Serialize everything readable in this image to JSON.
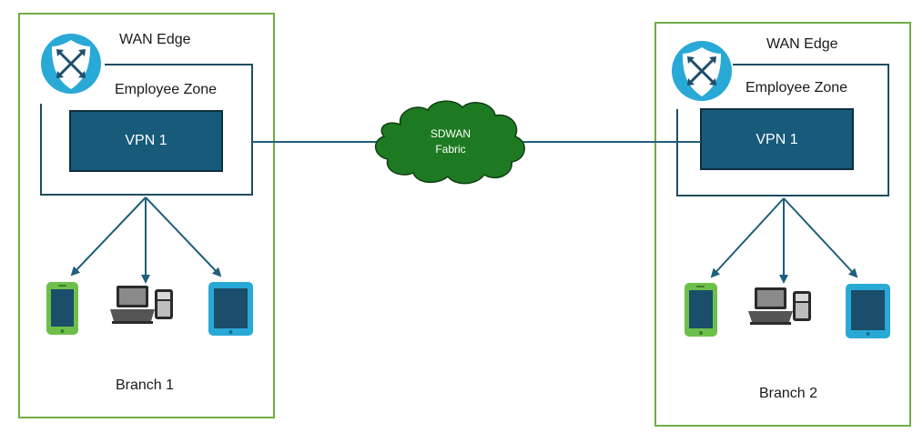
{
  "branches": [
    {
      "name": "Branch 1",
      "edge_label": "WAN Edge",
      "zone_label": "Employee Zone",
      "vpn_label": "VPN 1"
    },
    {
      "name": "Branch 2",
      "edge_label": "WAN Edge",
      "zone_label": "Employee Zone",
      "vpn_label": "VPN 1"
    }
  ],
  "fabric": {
    "line1": "SDWAN",
    "line2": "Fabric"
  },
  "colors": {
    "branch_border": "#70ad47",
    "zone_border": "#1f4e5f",
    "vpn_fill": "#175a7a",
    "link_line": "#1f5f7a",
    "cloud_fill": "#1e7a22",
    "edge_icon": "#29a9d6",
    "phone": "#6cc04a",
    "tablet": "#29a9d6"
  },
  "icons": [
    "shield-router-icon",
    "smartphone-icon",
    "laptop-icon",
    "tablet-icon"
  ]
}
